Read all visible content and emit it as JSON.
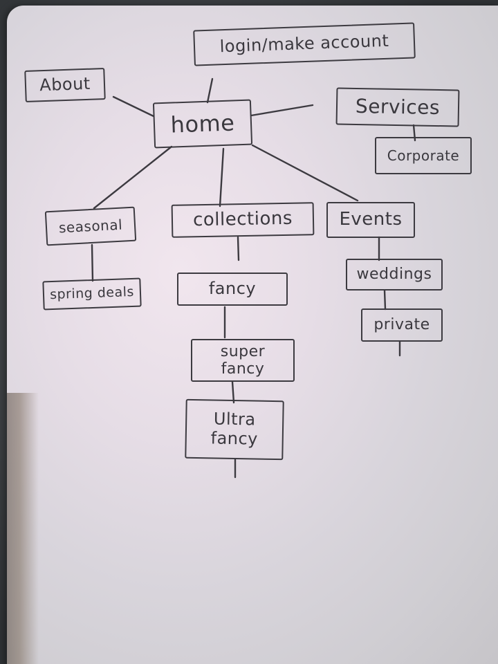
{
  "diagram": {
    "title": "",
    "nodes": {
      "login": "login/make account",
      "about": "About",
      "home": "home",
      "services": "Services",
      "corporate": "Corporate",
      "seasonal": "seasonal",
      "collections": "collections",
      "events": "Events",
      "spring_deals": "spring deals",
      "fancy": "fancy",
      "weddings": "weddings",
      "private": "private",
      "super_fancy": "super\nfancy",
      "ultra_fancy": "Ultra\nfancy"
    },
    "edges": [
      [
        "home",
        "login"
      ],
      [
        "home",
        "about"
      ],
      [
        "home",
        "services"
      ],
      [
        "services",
        "corporate"
      ],
      [
        "home",
        "seasonal"
      ],
      [
        "home",
        "collections"
      ],
      [
        "home",
        "events"
      ],
      [
        "seasonal",
        "spring_deals"
      ],
      [
        "collections",
        "fancy"
      ],
      [
        "fancy",
        "super_fancy"
      ],
      [
        "super_fancy",
        "ultra_fancy"
      ],
      [
        "events",
        "weddings"
      ],
      [
        "weddings",
        "private"
      ]
    ],
    "colors": {
      "ink": "#3c3a40",
      "paper": "#e6dde6"
    }
  }
}
